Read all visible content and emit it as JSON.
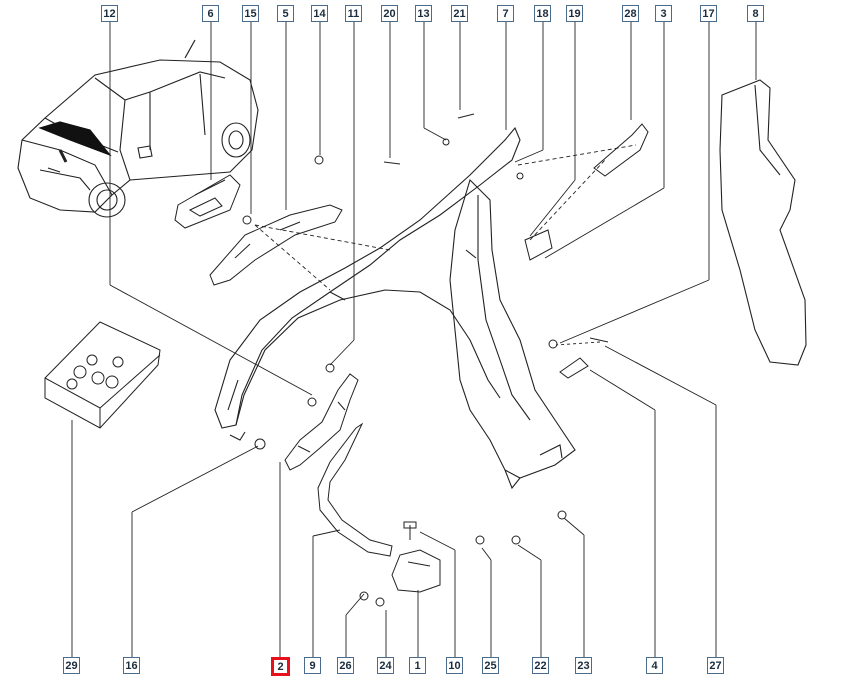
{
  "accent_color": "#e8101c",
  "callout_border_color": "#4a6b8a",
  "selected_callout": "2",
  "callouts_top": [
    "12",
    "6",
    "15",
    "5",
    "14",
    "11",
    "20",
    "13",
    "21",
    "7",
    "18",
    "19",
    "28",
    "3",
    "17",
    "8"
  ],
  "callouts_bottom": [
    "29",
    "16",
    "2",
    "9",
    "26",
    "24",
    "1",
    "10",
    "25",
    "22",
    "23",
    "4",
    "27"
  ],
  "icons": [
    "car-thumbnail-icon",
    "fender-panel-icon",
    "wheel-arch-liner-icon",
    "mud-flap-icon",
    "parts-kit-box-icon",
    "bracket-icon",
    "clip-icon",
    "bolt-icon"
  ]
}
